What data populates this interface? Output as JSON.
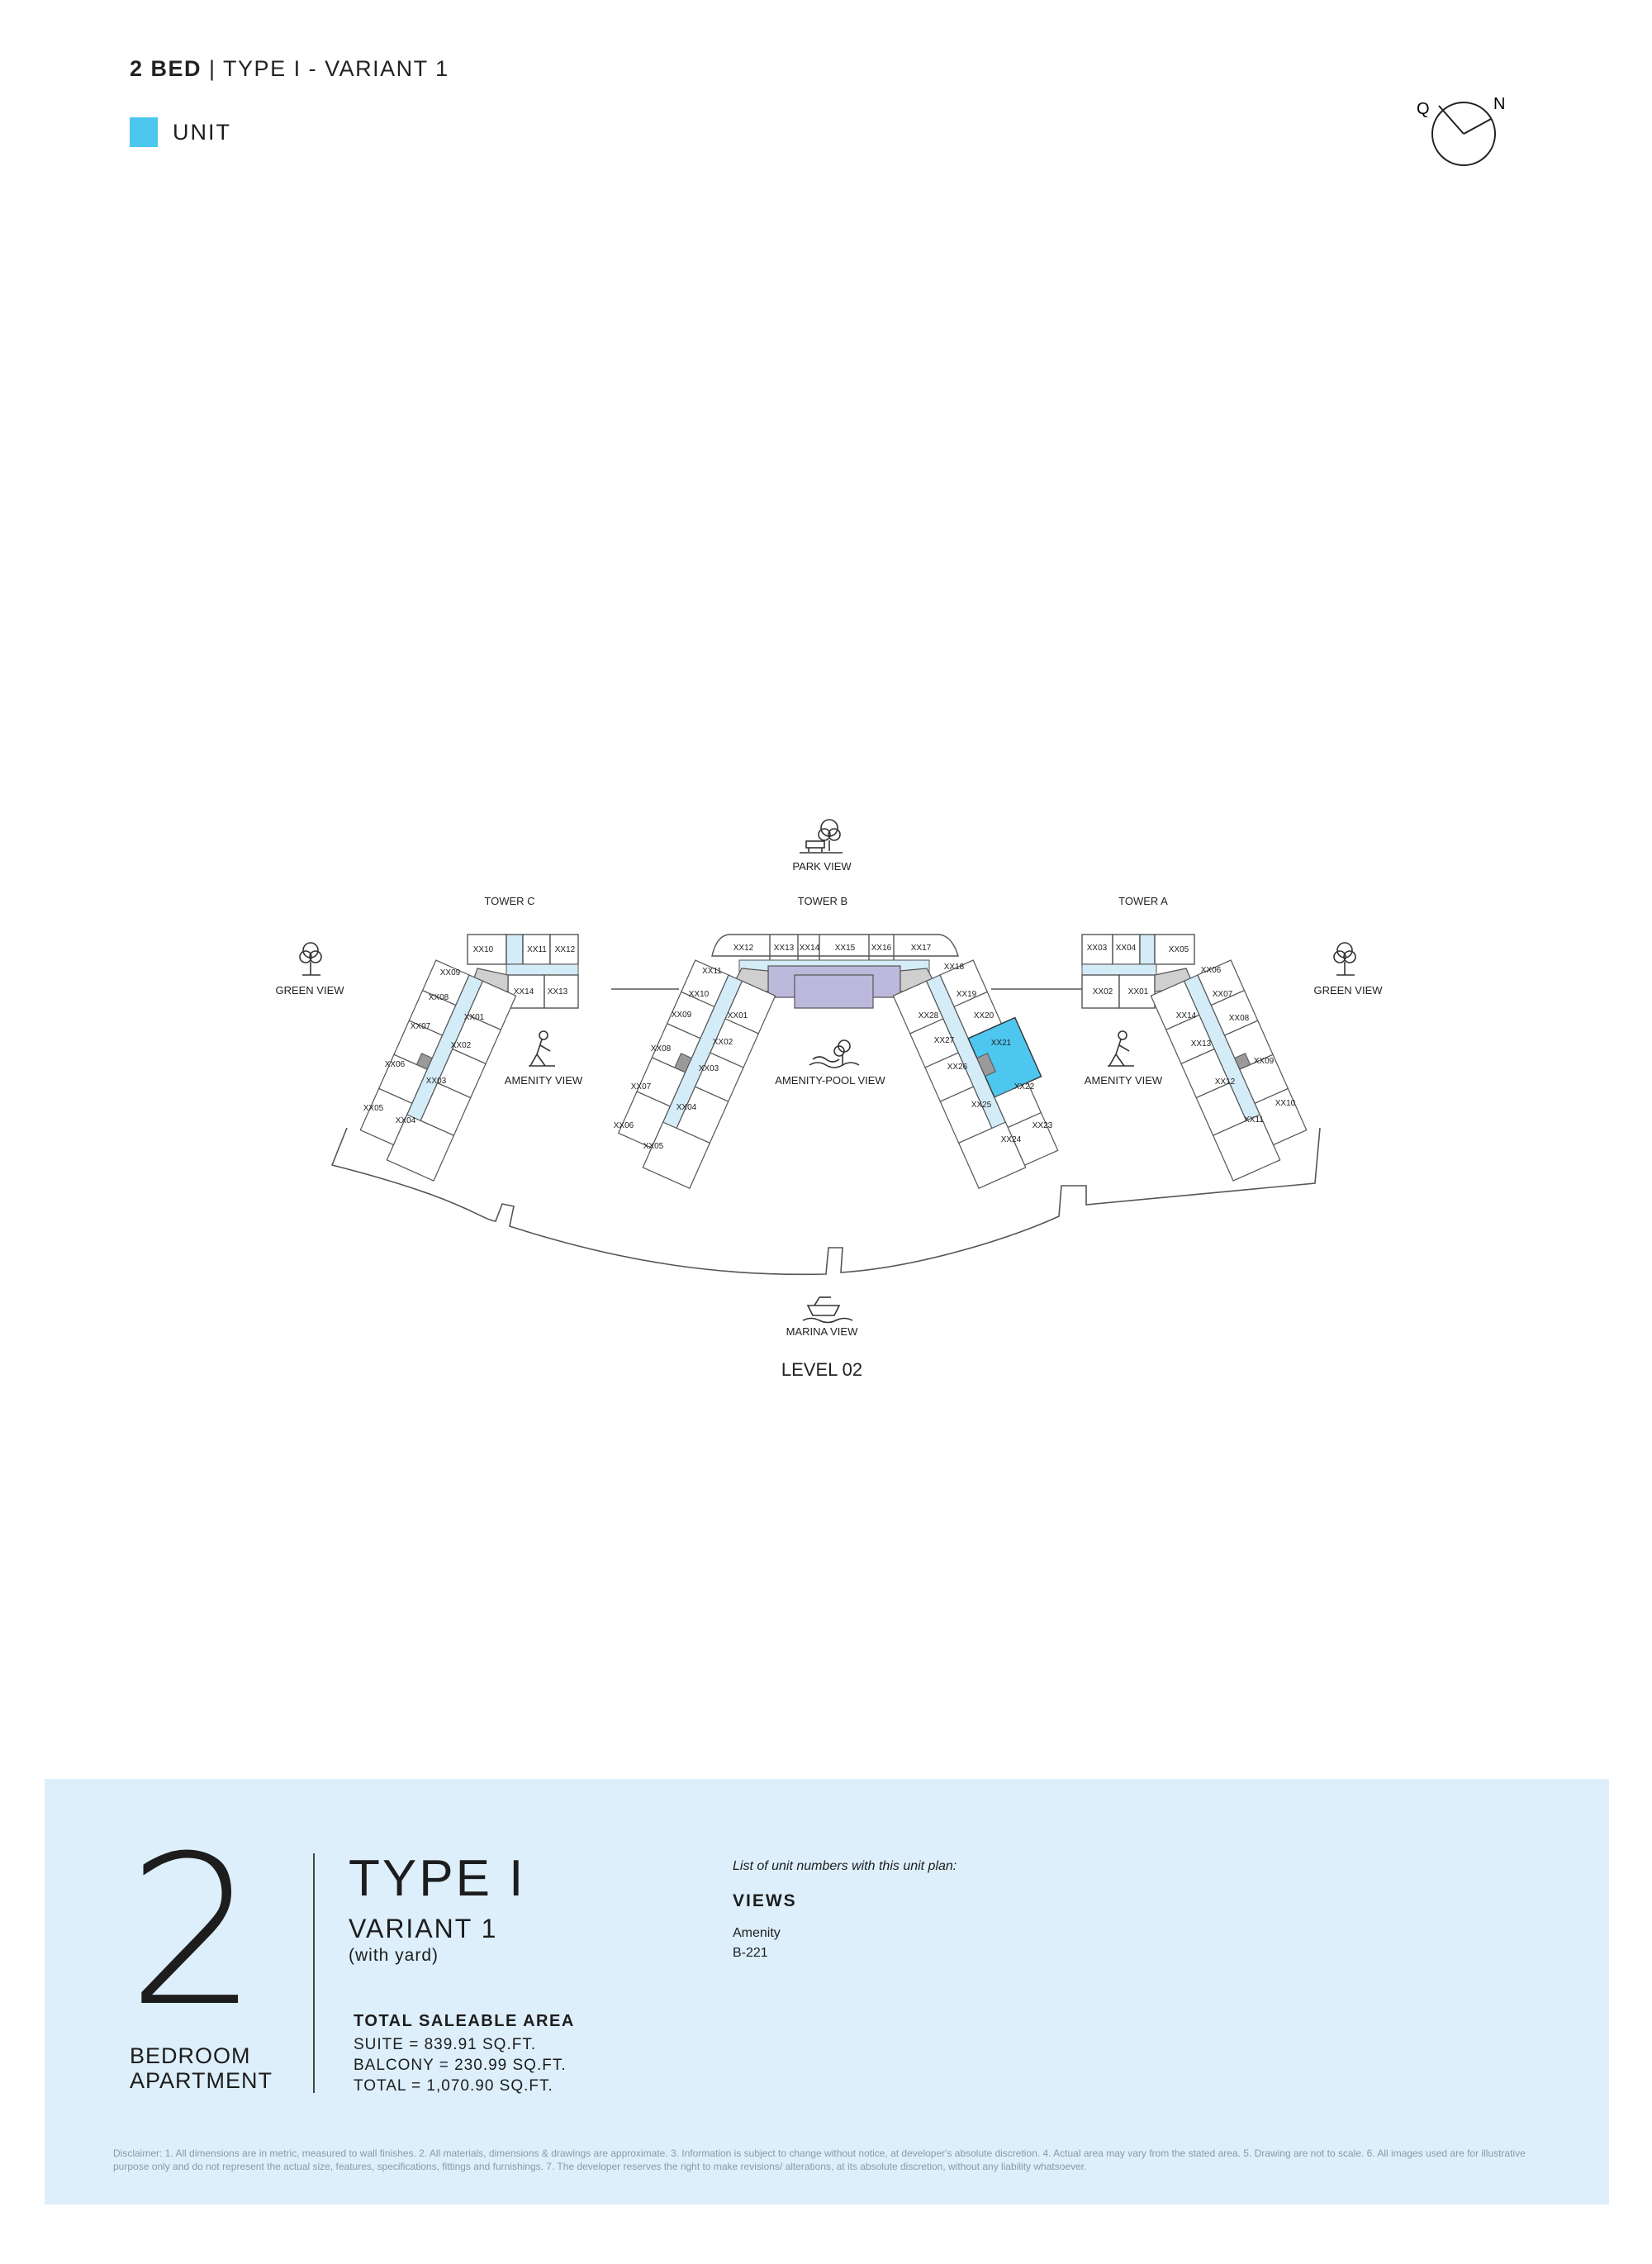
{
  "header": {
    "title_bold": "2 BED",
    "title_rest": " | TYPE I - VARIANT 1",
    "legend_label": "UNIT",
    "legend_color": "#4dc7f0"
  },
  "compass": {
    "left_letter": "Q",
    "right_letter": "N"
  },
  "plan": {
    "view_park": "PARK VIEW",
    "view_green_left": "GREEN VIEW",
    "view_green_right": "GREEN VIEW",
    "view_amenity_left": "AMENITY VIEW",
    "view_amenity_right": "AMENITY VIEW",
    "view_pool": "AMENITY-POOL VIEW",
    "view_marina": "MARINA VIEW",
    "tower_c": "TOWER C",
    "tower_b": "TOWER B",
    "tower_a": "TOWER A",
    "level": "LEVEL 02",
    "highlight_color": "#4dc7f0",
    "tower_c_units": {
      "u10": "XX10",
      "u11": "XX11",
      "u12": "XX12",
      "u14": "XX14",
      "u13": "XX13",
      "u09": "XX09",
      "u08": "XX08",
      "u01": "XX01",
      "u07": "XX07",
      "u02": "XX02",
      "u06": "XX06",
      "u03": "XX03",
      "u05": "XX05",
      "u04": "XX04"
    },
    "tower_b_units": {
      "u12": "XX12",
      "u13": "XX13",
      "u14": "XX14",
      "u15": "XX15",
      "u16": "XX16",
      "u17": "XX17",
      "u11": "XX11",
      "u10": "XX10",
      "u09": "XX09",
      "u01": "XX01",
      "u08": "XX08",
      "u02": "XX02",
      "u03": "XX03",
      "u07": "XX07",
      "u04": "XX04",
      "u06": "XX06",
      "u05": "XX05",
      "u18": "XX18",
      "u19": "XX19",
      "u28": "XX28",
      "u20": "XX20",
      "u27": "XX27",
      "u21": "XX21",
      "u26": "XX26",
      "u22": "XX22",
      "u25": "XX25",
      "u23": "XX23",
      "u24": "XX24"
    },
    "tower_a_units": {
      "u03": "XX03",
      "u04": "XX04",
      "u05": "XX05",
      "u02": "XX02",
      "u01": "XX01",
      "u06": "XX06",
      "u07": "XX07",
      "u14": "XX14",
      "u08": "XX08",
      "u13": "XX13",
      "u09": "XX09",
      "u12": "XX12",
      "u10": "XX10",
      "u11": "XX11"
    }
  },
  "info": {
    "big_number": "2",
    "bedroom_line1": "BEDROOM",
    "bedroom_line2": "APARTMENT",
    "type": "TYPE I",
    "variant": "VARIANT 1",
    "yard": "(with yard)",
    "tsa_title": "TOTAL SALEABLE AREA",
    "suite": "SUITE = 839.91 SQ.FT.",
    "balcony": "BALCONY = 230.99 SQ.FT.",
    "total": "TOTAL = 1,070.90 SQ.FT.",
    "list_title": "List of unit numbers with this unit plan:",
    "views_title": "VIEWS",
    "view_type": "Amenity",
    "unit_number": "B-221"
  },
  "disclaimer": "Disclaimer: 1. All dimensions are in metric, measured to wall finishes. 2. All materials, dimensions & drawings are approximate. 3. Information is subject to change without notice, at developer's absolute discretion. 4. Actual area may vary from the stated area. 5. Drawing are not to scale. 6. All images used are for illustrative purpose only and do not represent the actual size, features, specifications, fittings and furnishings. 7. The developer reserves the right to make revisions/ alterations, at its absolute discretion, without any liability whatsoever."
}
